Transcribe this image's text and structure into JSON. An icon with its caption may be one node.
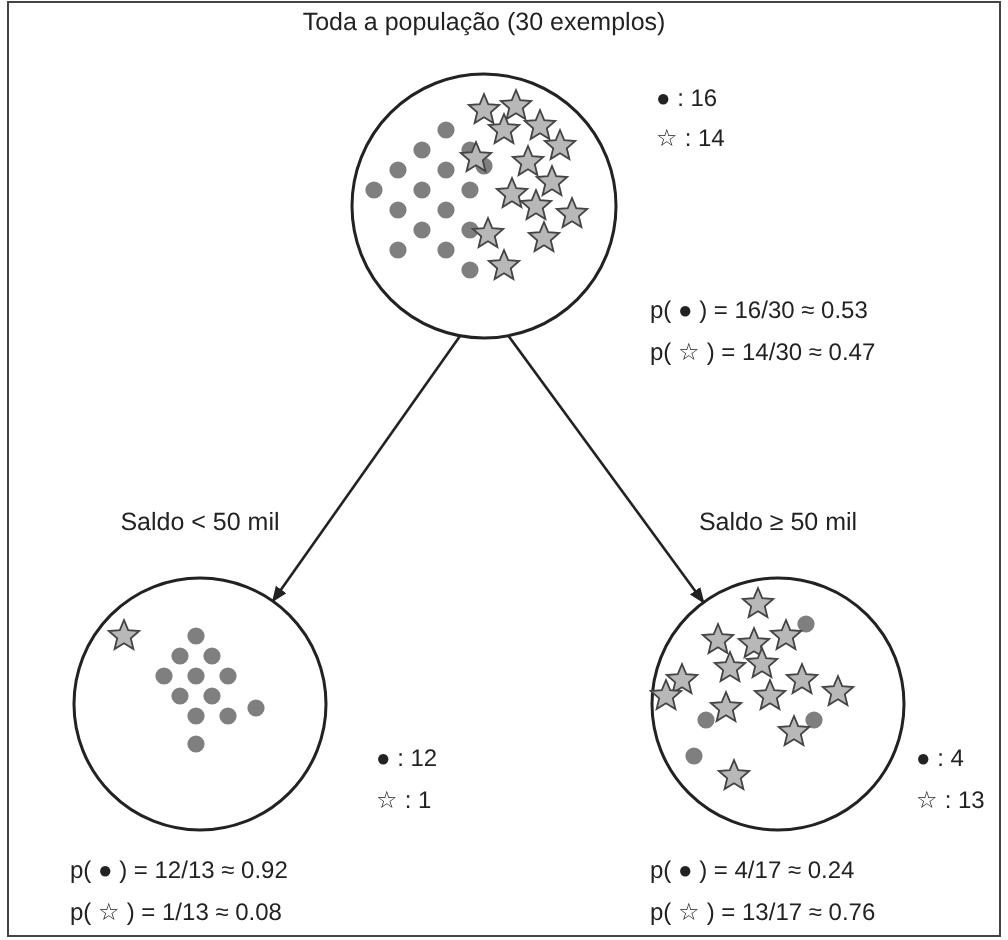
{
  "diagram": {
    "nodes": [
      {
        "text": [
          "Toda a população (30 exemplos)"
        ],
        "beside": [
          "● : 16",
          "☆ : 14",
          "p( ● ) = 16/30 ≈ 0.53",
          "p( ☆ ) = 14/30 ≈ 0.47"
        ]
      },
      {
        "text": [
          "Saldo < 50 mil"
        ],
        "beside": [
          "● : 12",
          "☆ : 1",
          "p( ● ) = 12/13 ≈ 0.92",
          "p( ☆ ) = 1/13 ≈ 0.08"
        ]
      },
      {
        "text": [
          "Saldo ≥ 50 mil"
        ],
        "beside": [
          "● : 4",
          "☆ : 13",
          "p( ● ) = 4/17 ≈ 0.24",
          "p( ☆ ) = 13/17 ≈ 0.76"
        ]
      }
    ],
    "edges": [
      {
        "from": 0,
        "to": 1,
        "arrow": "to"
      },
      {
        "from": 0,
        "to": 2,
        "arrow": "to"
      }
    ]
  }
}
